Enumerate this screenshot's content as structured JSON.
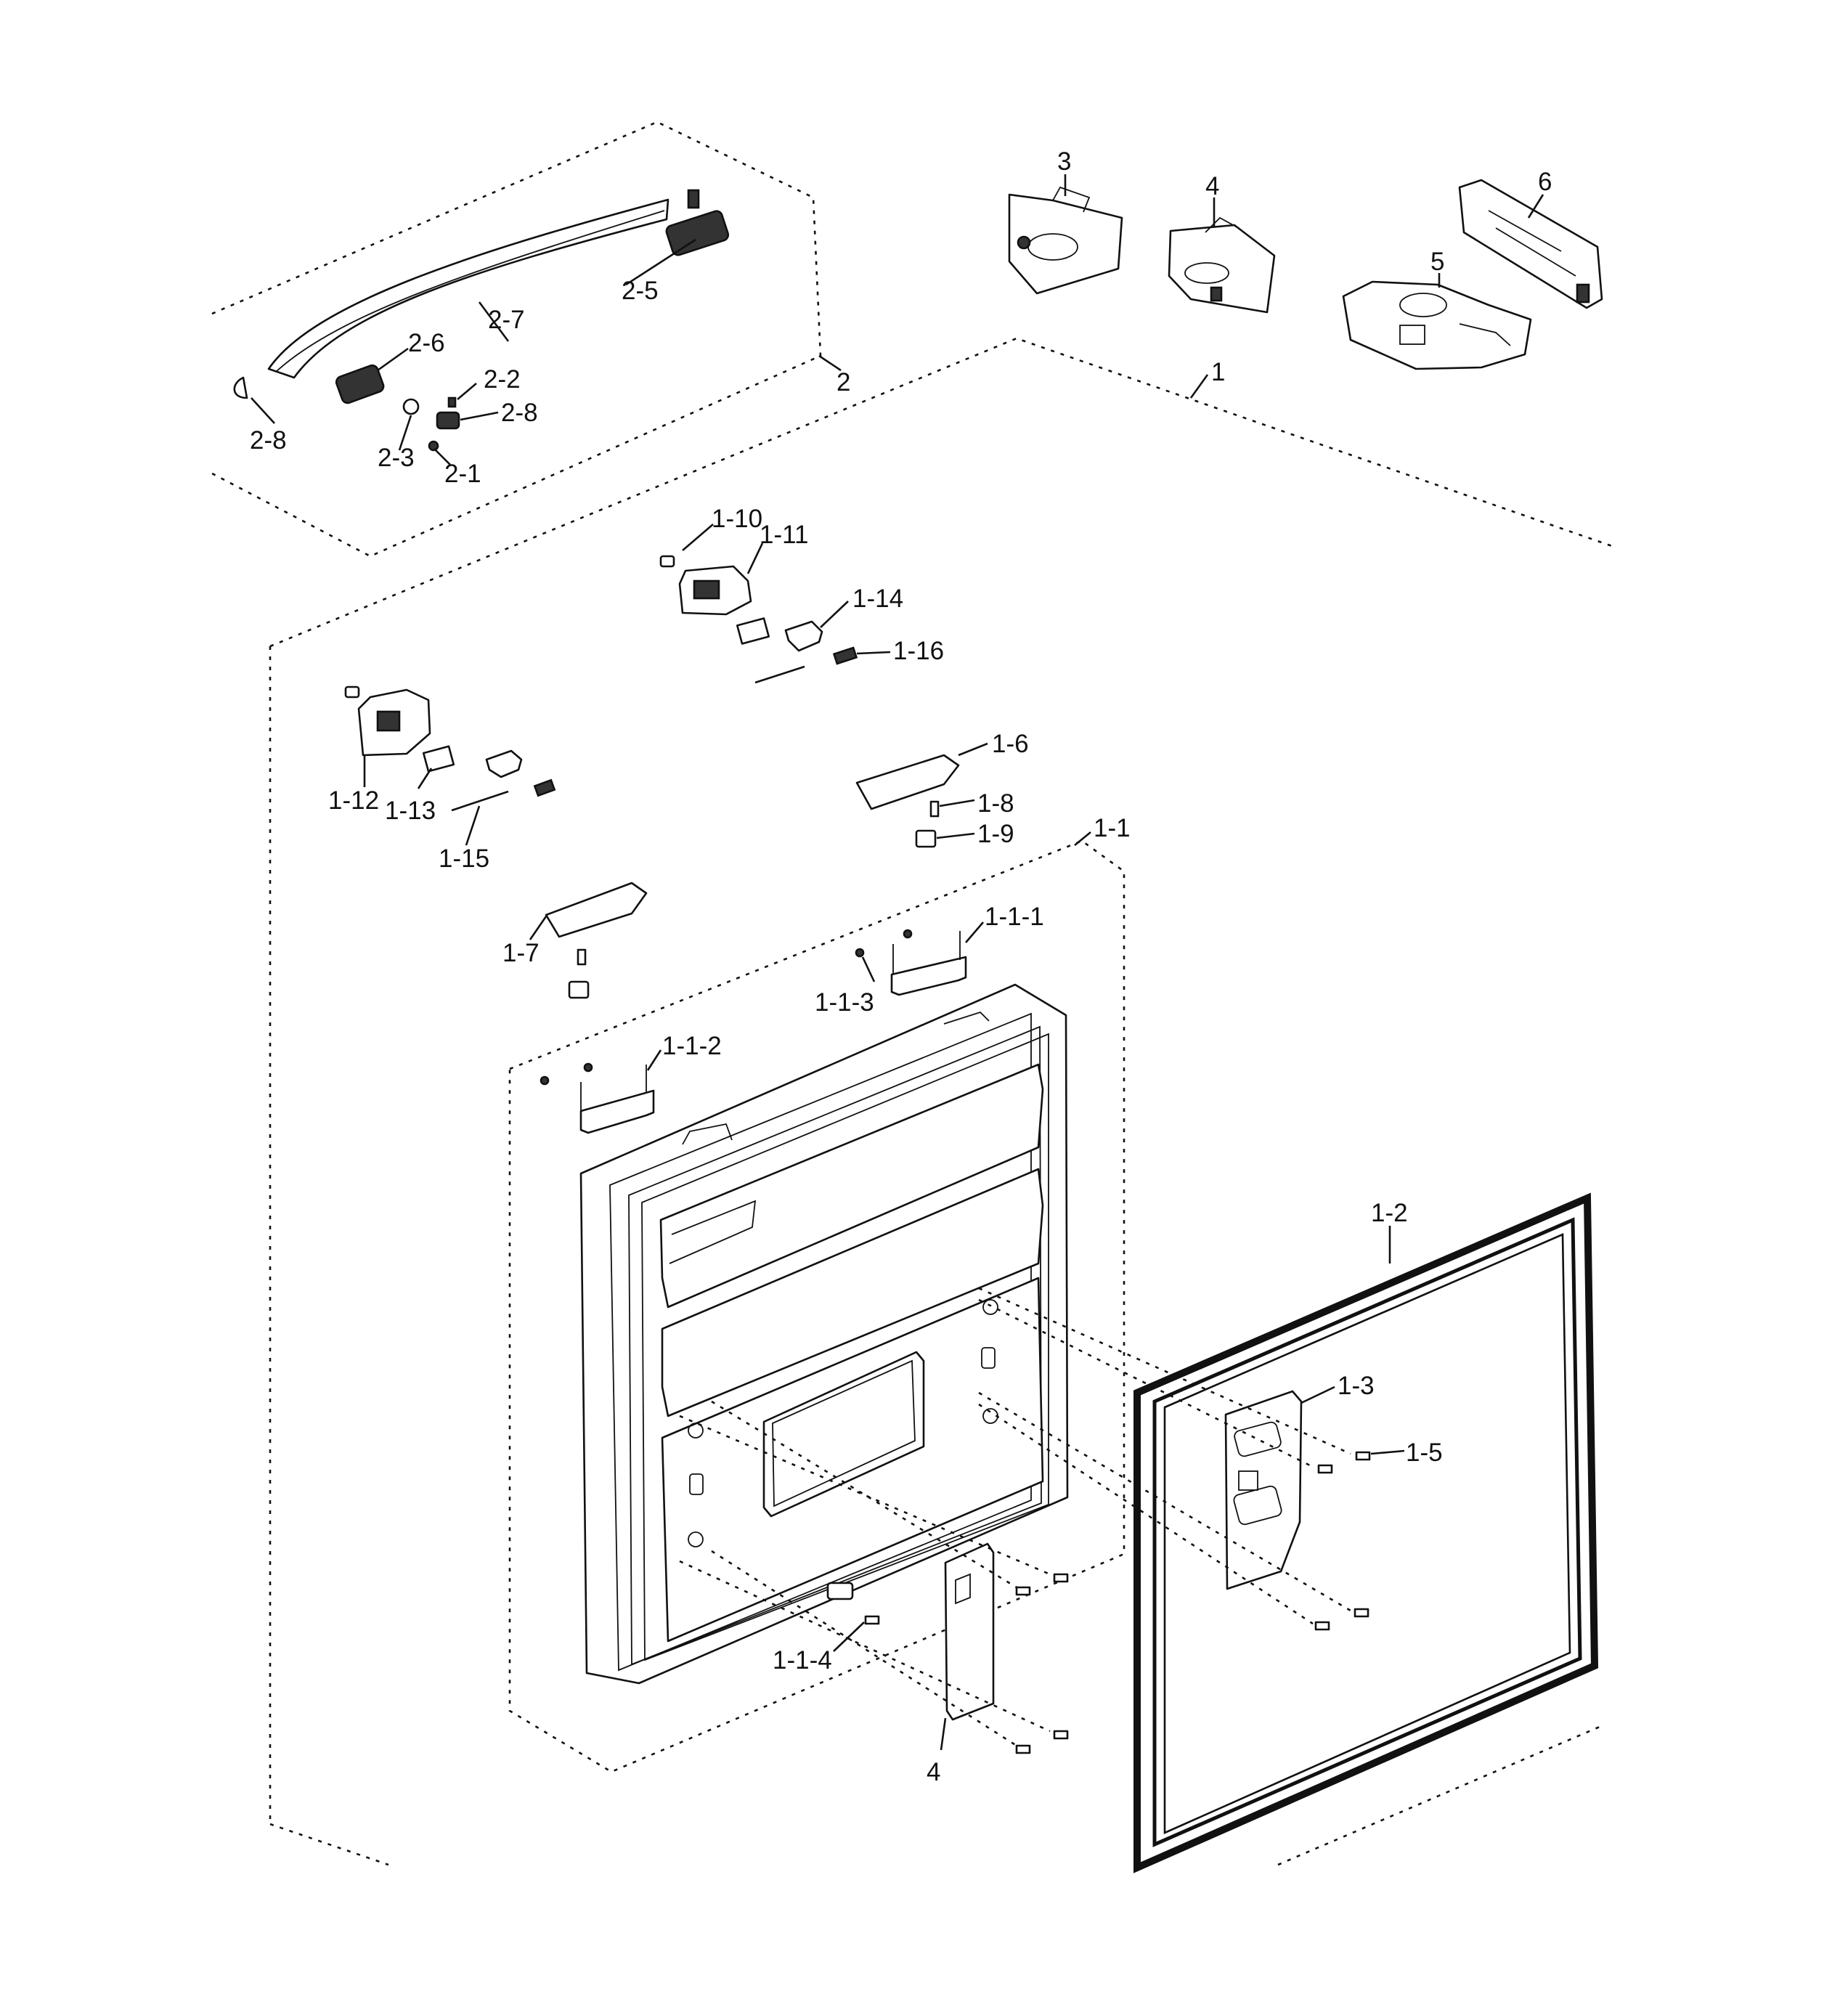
{
  "callouts": {
    "c1": "1",
    "c2": "2",
    "c3": "3",
    "c4": "4",
    "c5": "5",
    "c6": "6",
    "c2_1": "2-1",
    "c2_2": "2-2",
    "c2_3": "2-3",
    "c2_5": "2-5",
    "c2_6": "2-6",
    "c2_7": "2-7",
    "c2_8a": "2-8",
    "c2_8b": "2-8",
    "c1_1": "1-1",
    "c1_1_1": "1-1-1",
    "c1_1_2": "1-1-2",
    "c1_1_3": "1-1-3",
    "c1_1_4": "1-1-4",
    "c1_2": "1-2",
    "c1_3": "1-3",
    "c1_5": "1-5",
    "c1_6": "1-6",
    "c1_7": "1-7",
    "c1_8": "1-8",
    "c1_9": "1-9",
    "c1_10": "1-10",
    "c1_11": "1-11",
    "c1_12": "1-12",
    "c1_13": "1-13",
    "c1_14": "1-14",
    "c1_15": "1-15",
    "c1_16": "1-16",
    "c4b": "4"
  }
}
